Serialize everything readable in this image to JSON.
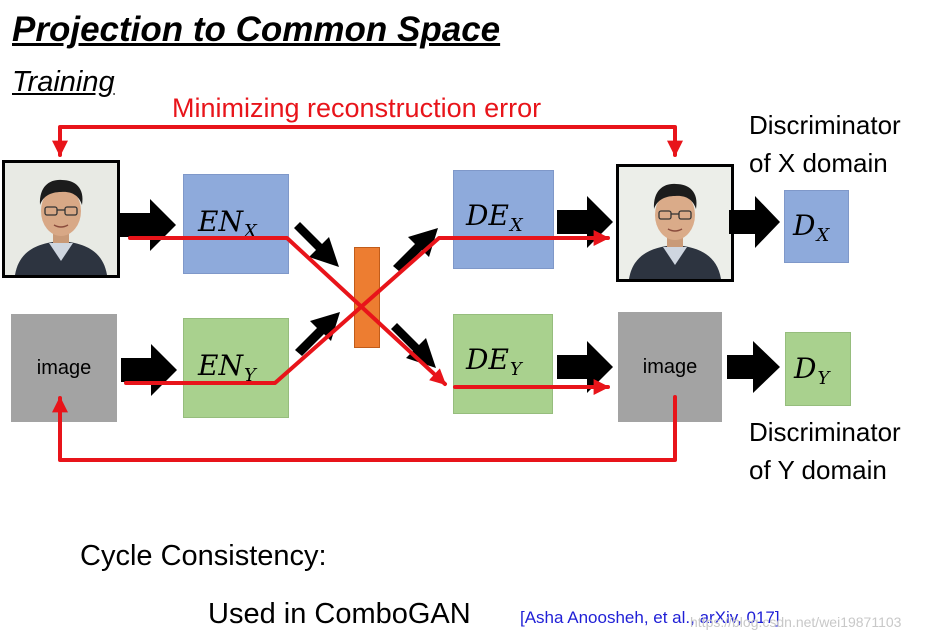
{
  "header": {
    "title": "Projection to Common Space",
    "subtitle": "Training"
  },
  "annotation": {
    "reconstruction": "Minimizing reconstruction error"
  },
  "discriminators": {
    "x_line1": "Discriminator",
    "x_line2": "of X domain",
    "y_line1": "Discriminator",
    "y_line2": "of Y domain"
  },
  "blocks": {
    "image_left": "image",
    "image_right": "image",
    "en_x": {
      "base": "EN",
      "sub": "X"
    },
    "en_y": {
      "base": "EN",
      "sub": "Y"
    },
    "de_x": {
      "base": "DE",
      "sub": "X"
    },
    "de_y": {
      "base": "DE",
      "sub": "Y"
    },
    "d_x": {
      "base": "D",
      "sub": "X"
    },
    "d_y": {
      "base": "D",
      "sub": "Y"
    }
  },
  "footer": {
    "cycle": "Cycle Consistency:",
    "used": "Used in ComboGAN",
    "citation": "[Asha Anoosheh, et al., arXiv, 017]",
    "watermark": "https://blog.csdn.net/wei19871103"
  },
  "colors": {
    "encoder_x": "#8eaadb",
    "encoder_y": "#a9d18e",
    "latent": "#ed7d31",
    "annotation": "#e8141a",
    "citation": "#1f1fd6"
  }
}
